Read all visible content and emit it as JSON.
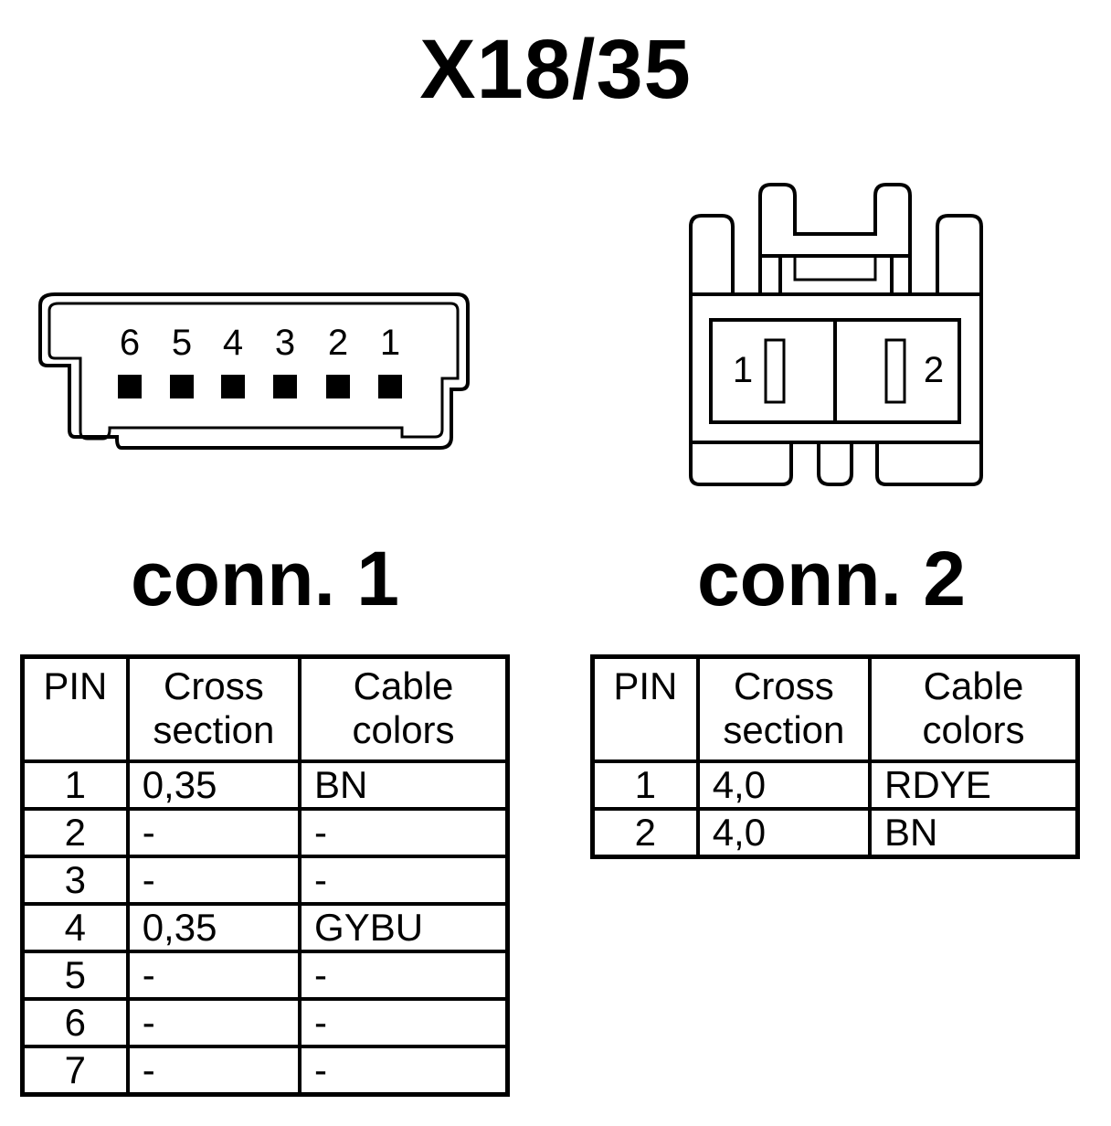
{
  "title": "X18/35",
  "connectors": [
    {
      "label": "conn. 1",
      "pin_numbers": [
        "6",
        "5",
        "4",
        "3",
        "2",
        "1"
      ],
      "table": {
        "headers": {
          "pin": "PIN",
          "cross_section": [
            "Cross",
            "section"
          ],
          "cable_colors": [
            "Cable",
            "colors"
          ]
        },
        "rows": [
          {
            "pin": "1",
            "cross_section": "0,35",
            "cable_color": "BN"
          },
          {
            "pin": "2",
            "cross_section": "-",
            "cable_color": "-"
          },
          {
            "pin": "3",
            "cross_section": "-",
            "cable_color": "-"
          },
          {
            "pin": "4",
            "cross_section": "0,35",
            "cable_color": "GYBU"
          },
          {
            "pin": "5",
            "cross_section": "-",
            "cable_color": "-"
          },
          {
            "pin": "6",
            "cross_section": "-",
            "cable_color": "-"
          },
          {
            "pin": "7",
            "cross_section": "-",
            "cable_color": "-"
          }
        ]
      }
    },
    {
      "label": "conn. 2",
      "pin_numbers": [
        "1",
        "2"
      ],
      "table": {
        "headers": {
          "pin": "PIN",
          "cross_section": [
            "Cross",
            "section"
          ],
          "cable_colors": [
            "Cable",
            "colors"
          ]
        },
        "rows": [
          {
            "pin": "1",
            "cross_section": "4,0",
            "cable_color": "RDYE"
          },
          {
            "pin": "2",
            "cross_section": "4,0",
            "cable_color": "BN"
          }
        ]
      }
    }
  ]
}
